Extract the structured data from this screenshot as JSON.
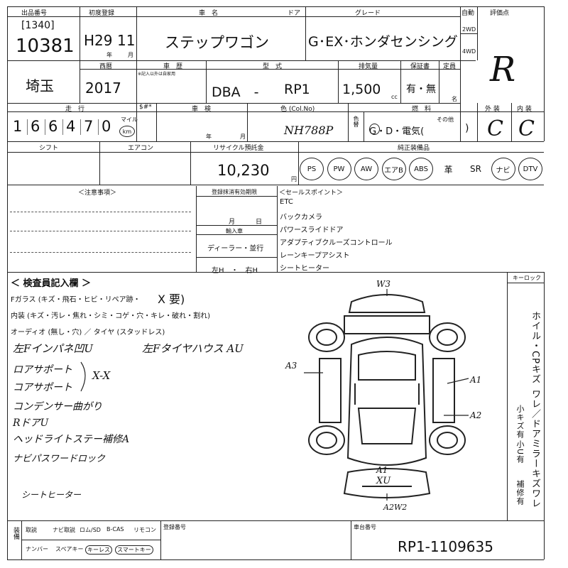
{
  "header": {
    "lot_label": "出品番号",
    "first_reg_label": "初度登録",
    "car_name_label": "車　名",
    "door_label": "ドア",
    "grade_label": "グレード",
    "auto_label": "自動",
    "rating_label": "評価点"
  },
  "lot": {
    "bracket": "[1340]",
    "number": "10381"
  },
  "first_reg": {
    "era": "H29",
    "month": "11",
    "year_unit": "年",
    "month_unit": "月"
  },
  "car_name": "ステップワゴン",
  "grade": "G･EX･ホンダセンシング",
  "drive": {
    "two": "2WD",
    "four": "4WD"
  },
  "rating": "R",
  "row2": {
    "region": "埼玉",
    "year_label": "西暦",
    "year": "2017",
    "history_label": "車　歴",
    "history_sub": "※記入以外は自家用",
    "model_label": "型　式",
    "model_prefix": "DBA　-",
    "model": "RP1",
    "cc_label": "排気量",
    "cc": "1,500",
    "cc_unit": "cc",
    "warranty_label": "保証書",
    "warranty": "有・無",
    "capacity_label": "定員",
    "capacity_unit": "名"
  },
  "row3": {
    "mileage_label": "走　行",
    "mileage_digits": [
      "1",
      "6",
      "6",
      "4",
      "7",
      "0"
    ],
    "mile_label": "マイル",
    "km_label": "km",
    "reset_label": "$#*",
    "inspection_label": "車　検",
    "year_unit": "年",
    "month_unit": "月",
    "color_label": "色 (Col.No)",
    "color_code": "NH788P",
    "color_change_label": "色替",
    "fuel_label": "燃　料",
    "fuel_options": "G・D・電気(",
    "fuel_other": "その他",
    "fuel_close": ")",
    "exterior_label": "外 装",
    "interior_label": "内 装",
    "exterior": "C",
    "interior": "C"
  },
  "row4": {
    "shift_label": "シフト",
    "ac_label": "エアコン",
    "recycle_label": "リサイクル預託金",
    "recycle": "10,230",
    "yen": "円",
    "equipment_label": "純正装備品",
    "equipment": [
      "PS",
      "PW",
      "AW",
      "エアB",
      "ABS",
      "革",
      "SR",
      "ナビ",
      "DTV"
    ]
  },
  "notes": {
    "label": "＜注意事項＞",
    "reg_expiry_label": "登録抹消有効期限",
    "month_unit": "月",
    "day_unit": "日",
    "import_label": "輸入車",
    "import_value": "ディーラー・並行",
    "steering": "左H　・　右H",
    "selling_label": "＜セールスポイント＞",
    "selling_points": [
      "ETC",
      "バックカメラ",
      "パワースライドドア",
      "アダプティブクルーズコントロール",
      "レーンキープアシスト",
      "シートヒーター"
    ]
  },
  "inspector": {
    "title": "＜ 検査員記入欄 ＞",
    "glass": "Fガラス (キズ・飛石・ヒビ・リペア跡・",
    "glass_mark": "X 要)",
    "interior": "内装 (キズ・汚レ・焦れ・シミ・コゲ・穴・キレ・破れ・割れ)",
    "audio": "オーディオ (無し・穴) ／ タイヤ (スタッドレス)",
    "handwritten": [
      "左Fインパネ凹U",
      "左Fタイヤハウス AU",
      "ロアサポート",
      "コアサポート",
      "コンデンサー曲がり",
      "RドアU",
      "ヘッドライトステー補修A",
      "ナビパスワードロック",
      "シートヒーター"
    ],
    "bracket_note": "X-X",
    "key_label": "キーロック"
  },
  "diagram_marks": [
    "W3",
    "A3",
    "A1",
    "A2",
    "A1",
    "XU",
    "A2W2"
  ],
  "right_column": [
    "ホイル・CPキズ",
    "ワレ／ドアミラーキズワレ"
  ],
  "right_marks": [
    "小キズ有",
    "小U有",
    "補修有"
  ],
  "footer": {
    "inspect_label": "装備",
    "row1": [
      "取説",
      "ナビ取説",
      "ロム/SD",
      "B-CAS",
      "リモコン"
    ],
    "row2": [
      "ナンバー",
      "スペアキー",
      "キーレス",
      "スマートキー"
    ],
    "reg_number_label": "登録番号",
    "chassis_label": "車台番号",
    "chassis": "RP1-1109635"
  }
}
